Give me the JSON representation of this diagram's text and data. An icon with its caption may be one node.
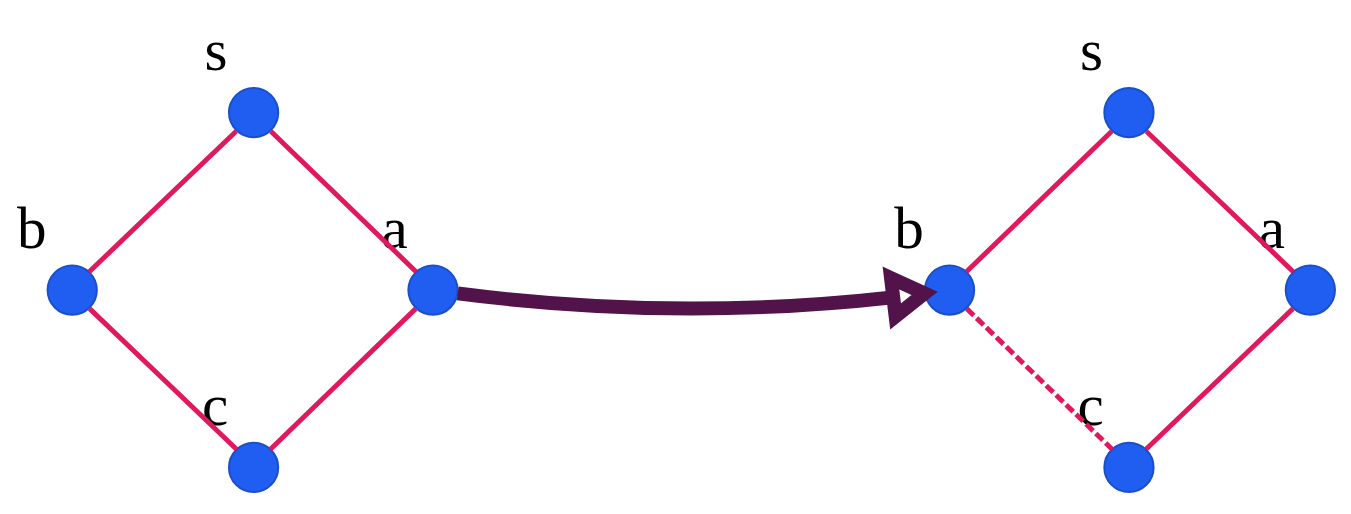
{
  "diagram": {
    "nodes": [
      {
        "text": [],
        "shape": "circle",
        "beside": [
          "s"
        ]
      },
      {
        "text": [],
        "shape": "circle",
        "beside": [
          "b"
        ]
      },
      {
        "text": [],
        "shape": "circle",
        "beside": [
          "a"
        ]
      },
      {
        "text": [],
        "shape": "circle",
        "beside": [
          "c"
        ]
      },
      {
        "text": [],
        "shape": "circle",
        "beside": [
          "s"
        ]
      },
      {
        "text": [],
        "shape": "circle",
        "beside": [
          "b"
        ]
      },
      {
        "text": [],
        "shape": "circle",
        "beside": [
          "a"
        ]
      },
      {
        "text": [],
        "shape": "circle",
        "beside": [
          "c"
        ]
      }
    ],
    "edges": [
      {
        "from": 0,
        "to": 1,
        "arrow": "none"
      },
      {
        "from": 0,
        "to": 2,
        "arrow": "none"
      },
      {
        "from": 1,
        "to": 3,
        "arrow": "none"
      },
      {
        "from": 2,
        "to": 3,
        "arrow": "none"
      },
      {
        "from": 2,
        "to": 5,
        "arrow": "to",
        "style": "thick",
        "color": "#52124a"
      },
      {
        "from": 4,
        "to": 5,
        "arrow": "none"
      },
      {
        "from": 4,
        "to": 6,
        "arrow": "none"
      },
      {
        "from": 5,
        "to": 7,
        "arrow": "none",
        "style": "dashed"
      },
      {
        "from": 6,
        "to": 7,
        "arrow": "none"
      }
    ]
  }
}
